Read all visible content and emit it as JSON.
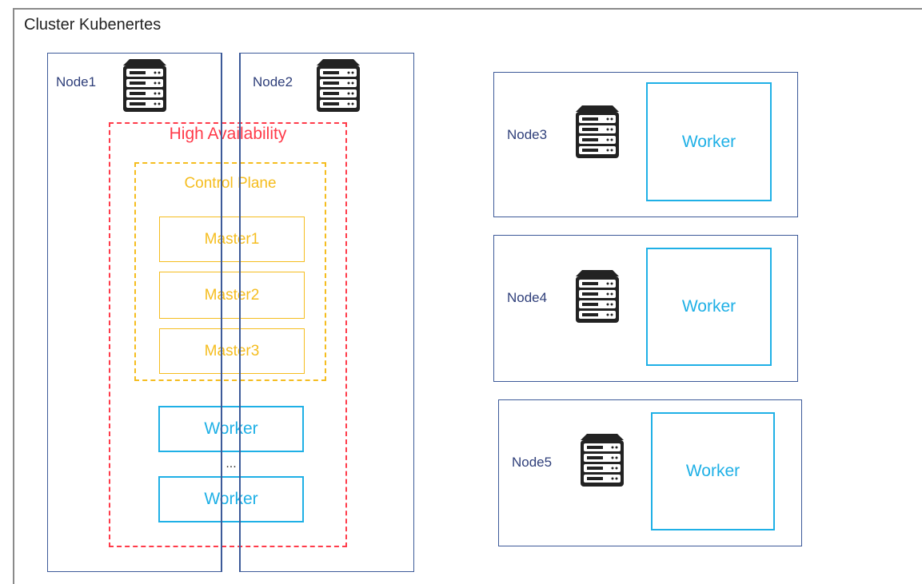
{
  "cluster": {
    "title": "Cluster Kubenertes"
  },
  "nodes": [
    {
      "label": "Node1"
    },
    {
      "label": "Node2"
    },
    {
      "label": "Node3"
    },
    {
      "label": "Node4"
    },
    {
      "label": "Node5"
    }
  ],
  "high_availability": {
    "label": "High Availability",
    "control_plane": {
      "label": "Control Plane",
      "masters": [
        "Master1",
        "Master2",
        "Master3"
      ]
    },
    "workers": [
      "Worker",
      "Worker"
    ],
    "ellipsis": "..."
  },
  "standalone_workers": [
    "Worker",
    "Worker",
    "Worker"
  ],
  "colors": {
    "node_border": "#3d5a99",
    "high_availability": "#ff3b4a",
    "control_plane": "#f5bd1f",
    "worker": "#1fb0e6"
  },
  "icons": {
    "server": "server-icon"
  }
}
